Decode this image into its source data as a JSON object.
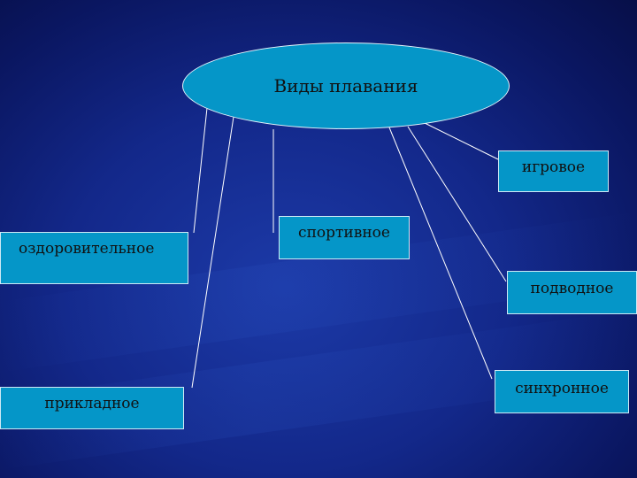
{
  "diagram": {
    "root": "Виды плавания",
    "nodes": {
      "igrovoe": "игровое",
      "sportivnoe": "спортивное",
      "ozdorovitelnoe": "оздоровительное",
      "podvodnoe": "подводное",
      "prikladnoe": "прикладное",
      "sinkhronnoe": "синхронное"
    }
  },
  "colors": {
    "background": "#13288a",
    "node_fill": "#0596c8",
    "line": "#ffffff",
    "text": "#111111"
  }
}
